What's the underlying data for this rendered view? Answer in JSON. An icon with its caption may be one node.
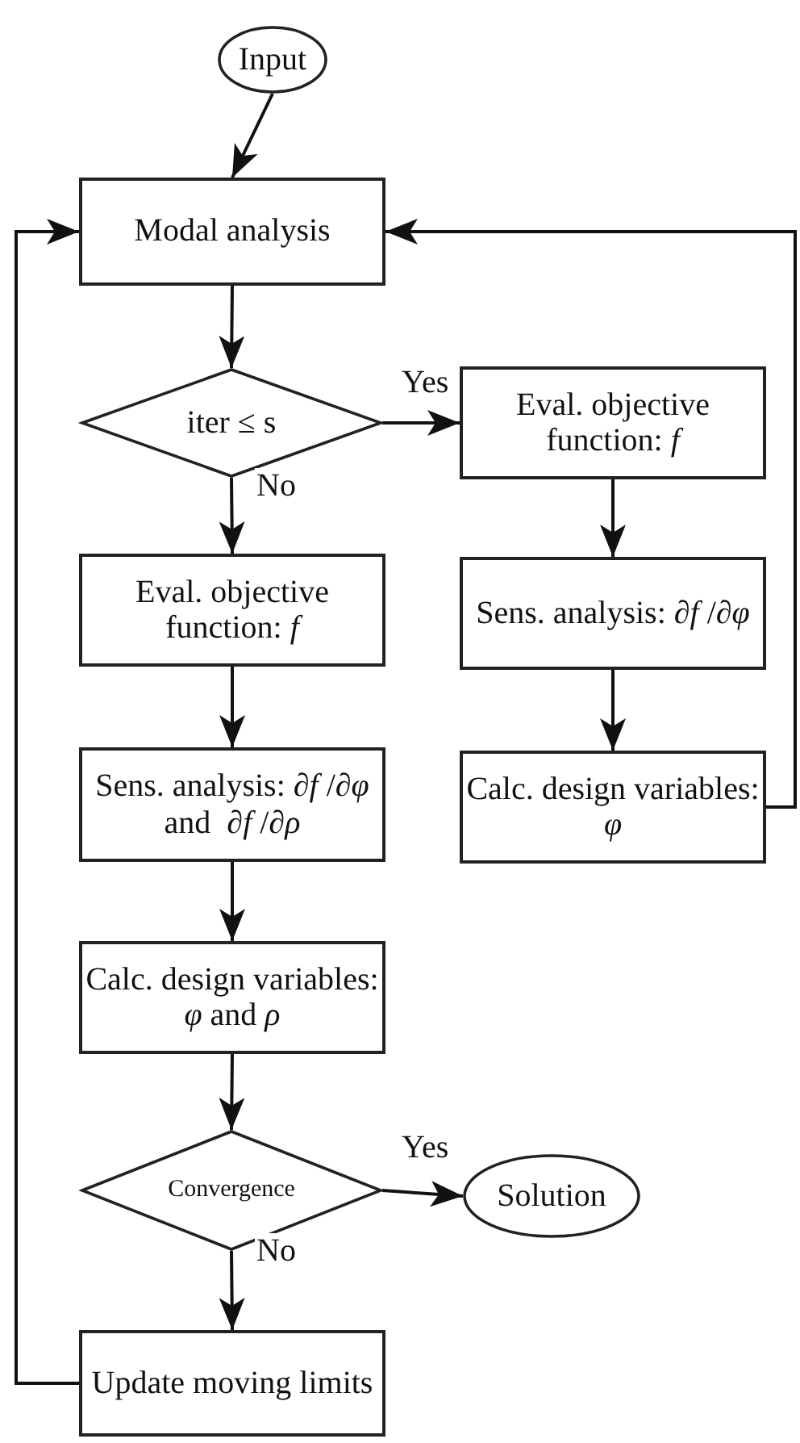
{
  "diagram": {
    "nodes": [
      {
        "text": [
          "Input"
        ]
      },
      {
        "text": [
          "Modal analysis"
        ]
      },
      {
        "text": [
          "iter ≤ s"
        ]
      },
      {
        "text": [
          "Eval. objective function: *f*"
        ]
      },
      {
        "text": [
          "Eval. objective function: *f*"
        ]
      },
      {
        "text": [
          "Sens. analysis: ∂*f* /∂*φ*"
        ]
      },
      {
        "text": [
          "Sens. analysis: ∂*f* /∂*φ*  and  ∂*f* /∂*ρ*"
        ]
      },
      {
        "text": [
          "Calc. design variables: *φ*"
        ]
      },
      {
        "text": [
          "Calc. design variables: *φ* and *ρ*"
        ]
      },
      {
        "text": [
          "Convergence"
        ]
      },
      {
        "text": [
          "Solution"
        ]
      },
      {
        "text": [
          "Update moving limits"
        ]
      }
    ],
    "edges": [
      {
        "from": 0,
        "to": 1,
        "arrow": "to"
      },
      {
        "from": 1,
        "to": 2,
        "arrow": "to"
      },
      {
        "from": 2,
        "to": 3,
        "arrow": "to",
        "label": "Yes"
      },
      {
        "from": 2,
        "to": 4,
        "arrow": "to",
        "label": "No"
      },
      {
        "from": 3,
        "to": 5,
        "arrow": "to"
      },
      {
        "from": 4,
        "to": 6,
        "arrow": "to"
      },
      {
        "from": 5,
        "to": 7,
        "arrow": "to"
      },
      {
        "from": 6,
        "to": 8,
        "arrow": "to"
      },
      {
        "from": 8,
        "to": 9,
        "arrow": "to"
      },
      {
        "from": 9,
        "to": 10,
        "arrow": "to",
        "label": "Yes"
      },
      {
        "from": 9,
        "to": 11,
        "arrow": "to",
        "label": "No"
      },
      {
        "from": 11,
        "to": 1,
        "arrow": "to"
      },
      {
        "from": 7,
        "to": 1,
        "arrow": "to"
      }
    ]
  }
}
